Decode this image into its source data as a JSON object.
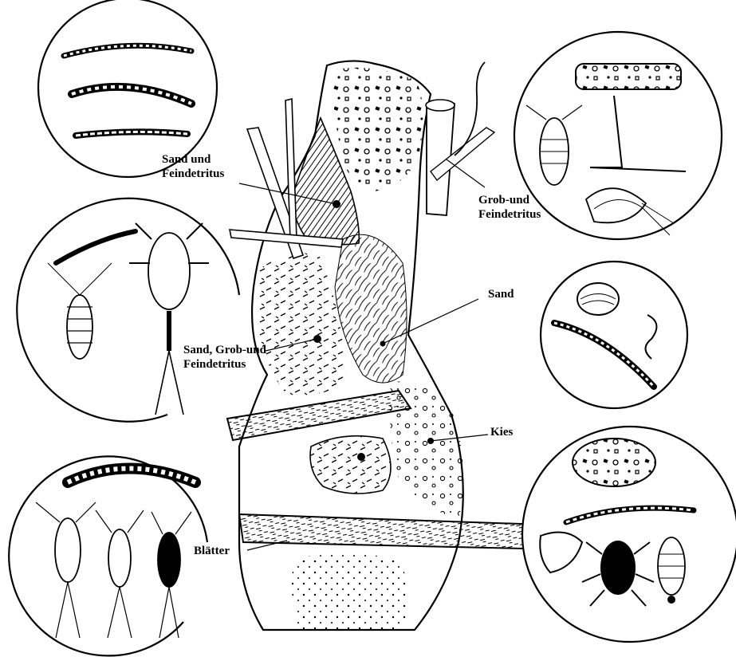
{
  "diagram": {
    "labels": {
      "sand_feindetritus": [
        "Sand und",
        "Feindetritus"
      ],
      "grob_feindetritus": [
        "Grob-und",
        "Feindetritus"
      ],
      "sand": "Sand",
      "sand_grob_feindetritus": [
        "Sand, Grob-und",
        "Feindetritus"
      ],
      "kies": "Kies",
      "blaetter": "Blätter"
    },
    "line_color": "#000000",
    "background": "#ffffff",
    "icons": {
      "circle_top_left": [
        "worm-larva-icon",
        "worm-larva-icon",
        "worm-larva-icon"
      ],
      "circle_top_right": [
        "caddis-case-icon",
        "mayfly-larva-icon",
        "amphipod-icon"
      ],
      "circle_middle_left": [
        "worm-larva-icon",
        "isopod-icon",
        "crayfish-nymph-icon"
      ],
      "circle_middle_right": [
        "mussel-icon",
        "worm-larva-icon"
      ],
      "circle_bottom_left": [
        "caterpillar-larva-icon",
        "stonefly-nymph-icon",
        "stonefly-nymph-icon",
        "stonefly-nymph-icon"
      ],
      "circle_bottom_right": [
        "caddis-case-icon",
        "worm-larva-icon",
        "snail-shell-icon",
        "beetle-icon",
        "nymph-icon"
      ]
    }
  }
}
